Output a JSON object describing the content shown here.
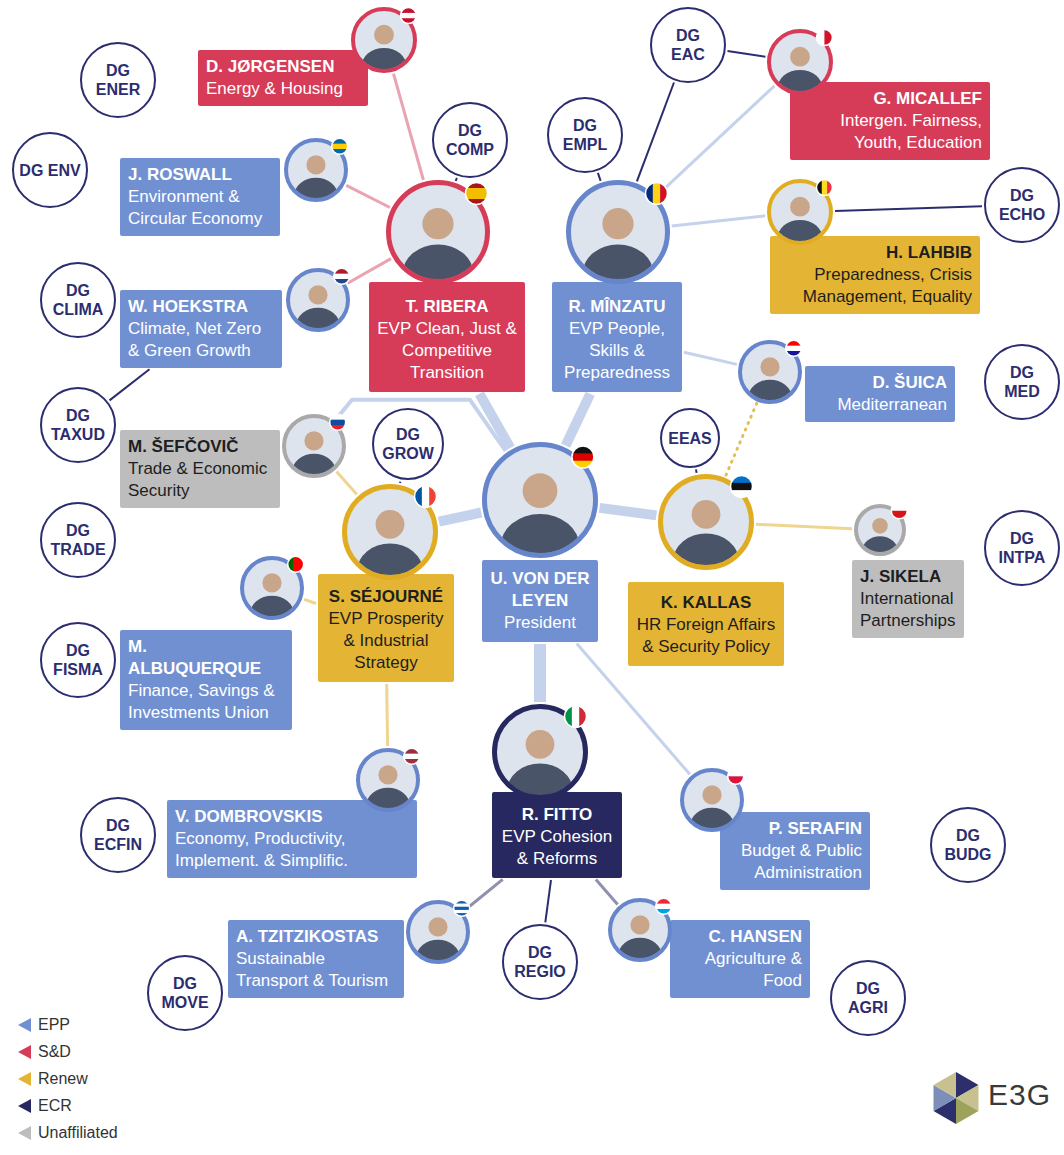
{
  "diagram": {
    "nodes": [
      {
        "text": [
          "DG ENER"
        ]
      },
      {
        "text": [
          "D. JØRGENSEN",
          "Energy & Housing"
        ]
      },
      {
        "text": [
          "DG EAC"
        ]
      },
      {
        "text": [
          "G. MICALLEF",
          "Intergen. Fairness, Youth, Education"
        ]
      },
      {
        "text": [
          "DG ENV"
        ]
      },
      {
        "text": [
          "J. ROSWALL",
          "Environment & Circular Economy"
        ]
      },
      {
        "text": [
          "DG COMP"
        ]
      },
      {
        "text": [
          "DG EMPL"
        ]
      },
      {
        "text": [
          "DG ECHO"
        ]
      },
      {
        "text": [
          "H. LAHBIB",
          "Preparedness, Crisis Management, Equality"
        ]
      },
      {
        "text": [
          "T. RIBERA",
          "EVP Clean, Just & Competitive Transition"
        ]
      },
      {
        "text": [
          "R. MÎNZATU",
          "EVP People, Skills & Preparedness"
        ]
      },
      {
        "text": [
          "DG CLIMA"
        ]
      },
      {
        "text": [
          "W. HOEKSTRA",
          "Climate, Net Zero & Green Growth"
        ]
      },
      {
        "text": [
          "D. ŠUICA",
          "Mediterranean"
        ]
      },
      {
        "text": [
          "DG MED"
        ]
      },
      {
        "text": [
          "DG TAXUD"
        ]
      },
      {
        "text": [
          "M. ŠEFČOVIČ",
          "Trade & Economic Security"
        ]
      },
      {
        "text": [
          "DG GROW"
        ]
      },
      {
        "text": [
          "EEAS"
        ]
      },
      {
        "text": [
          "U. VON DER LEYEN",
          "President"
        ]
      },
      {
        "text": [
          "K. KALLAS",
          "HR Foreign Affairs & Security Policy"
        ]
      },
      {
        "text": [
          "J. SIKELA",
          "International Partnerships"
        ]
      },
      {
        "text": [
          "DG INTPA"
        ]
      },
      {
        "text": [
          "DG TRADE"
        ]
      },
      {
        "text": [
          "M. ALBUQUERQUE",
          "Finance, Savings & Investments Union"
        ]
      },
      {
        "text": [
          "DG FISMA"
        ]
      },
      {
        "text": [
          "S. SÉJOURNÉ",
          "EVP Prosperity & Industrial Strategy"
        ]
      },
      {
        "text": [
          "V. DOMBROVSKIS",
          "Economy, Productivity, Implement. & Simplific."
        ]
      },
      {
        "text": [
          "DG ECFIN"
        ]
      },
      {
        "text": [
          "R. FITTO",
          "EVP Cohesion & Reforms"
        ]
      },
      {
        "text": [
          "P. SERAFIN",
          "Budget & Public Administration"
        ]
      },
      {
        "text": [
          "DG BUDG"
        ]
      },
      {
        "text": [
          "A. TZITZIKOSTAS",
          "Sustainable Transport & Tourism"
        ]
      },
      {
        "text": [
          "DG MOVE"
        ]
      },
      {
        "text": [
          "DG REGIO"
        ]
      },
      {
        "text": [
          "C. HANSEN",
          "Agriculture & Food"
        ]
      },
      {
        "text": [
          "DG AGRI"
        ]
      }
    ],
    "edges": [
      {
        "from": 1,
        "to": 10,
        "arrow": "none"
      },
      {
        "from": 5,
        "to": 10,
        "arrow": "none"
      },
      {
        "from": 13,
        "to": 10,
        "arrow": "none"
      },
      {
        "from": 6,
        "to": 10,
        "arrow": "none"
      },
      {
        "from": 10,
        "to": 20,
        "arrow": "none"
      },
      {
        "from": 2,
        "to": 3,
        "arrow": "none"
      },
      {
        "from": 2,
        "to": 11,
        "arrow": "none"
      },
      {
        "from": 7,
        "to": 11,
        "arrow": "none"
      },
      {
        "from": 3,
        "to": 11,
        "arrow": "none"
      },
      {
        "from": 8,
        "to": 9,
        "arrow": "none"
      },
      {
        "from": 9,
        "to": 11,
        "arrow": "none"
      },
      {
        "from": 14,
        "to": 11,
        "arrow": "none"
      },
      {
        "from": 14,
        "to": 21,
        "arrow": "none"
      },
      {
        "from": 11,
        "to": 20,
        "arrow": "none"
      },
      {
        "from": 16,
        "to": 13,
        "arrow": "none"
      },
      {
        "from": 17,
        "to": 27,
        "arrow": "none"
      },
      {
        "from": 17,
        "to": 20,
        "arrow": "none"
      },
      {
        "from": 18,
        "to": 27,
        "arrow": "none"
      },
      {
        "from": 19,
        "to": 21,
        "arrow": "none"
      },
      {
        "from": 22,
        "to": 21,
        "arrow": "none"
      },
      {
        "from": 21,
        "to": 20,
        "arrow": "none"
      },
      {
        "from": 25,
        "to": 27,
        "arrow": "none"
      },
      {
        "from": 28,
        "to": 27,
        "arrow": "none"
      },
      {
        "from": 27,
        "to": 20,
        "arrow": "none"
      },
      {
        "from": 31,
        "to": 20,
        "arrow": "none"
      },
      {
        "from": 33,
        "to": 30,
        "arrow": "none"
      },
      {
        "from": 36,
        "to": 30,
        "arrow": "none"
      },
      {
        "from": 35,
        "to": 30,
        "arrow": "none"
      },
      {
        "from": 30,
        "to": 20,
        "arrow": "none"
      }
    ],
    "labels": [
      "E3G"
    ],
    "legend": [
      {
        "text": "EPP",
        "color": "#7190d2"
      },
      {
        "text": "S&D",
        "color": "#d63b58"
      },
      {
        "text": "Renew",
        "color": "#e4b534"
      },
      {
        "text": "ECR",
        "color": "#27285f"
      },
      {
        "text": "Unaffiliated",
        "color": "#bdbdbd"
      }
    ]
  }
}
